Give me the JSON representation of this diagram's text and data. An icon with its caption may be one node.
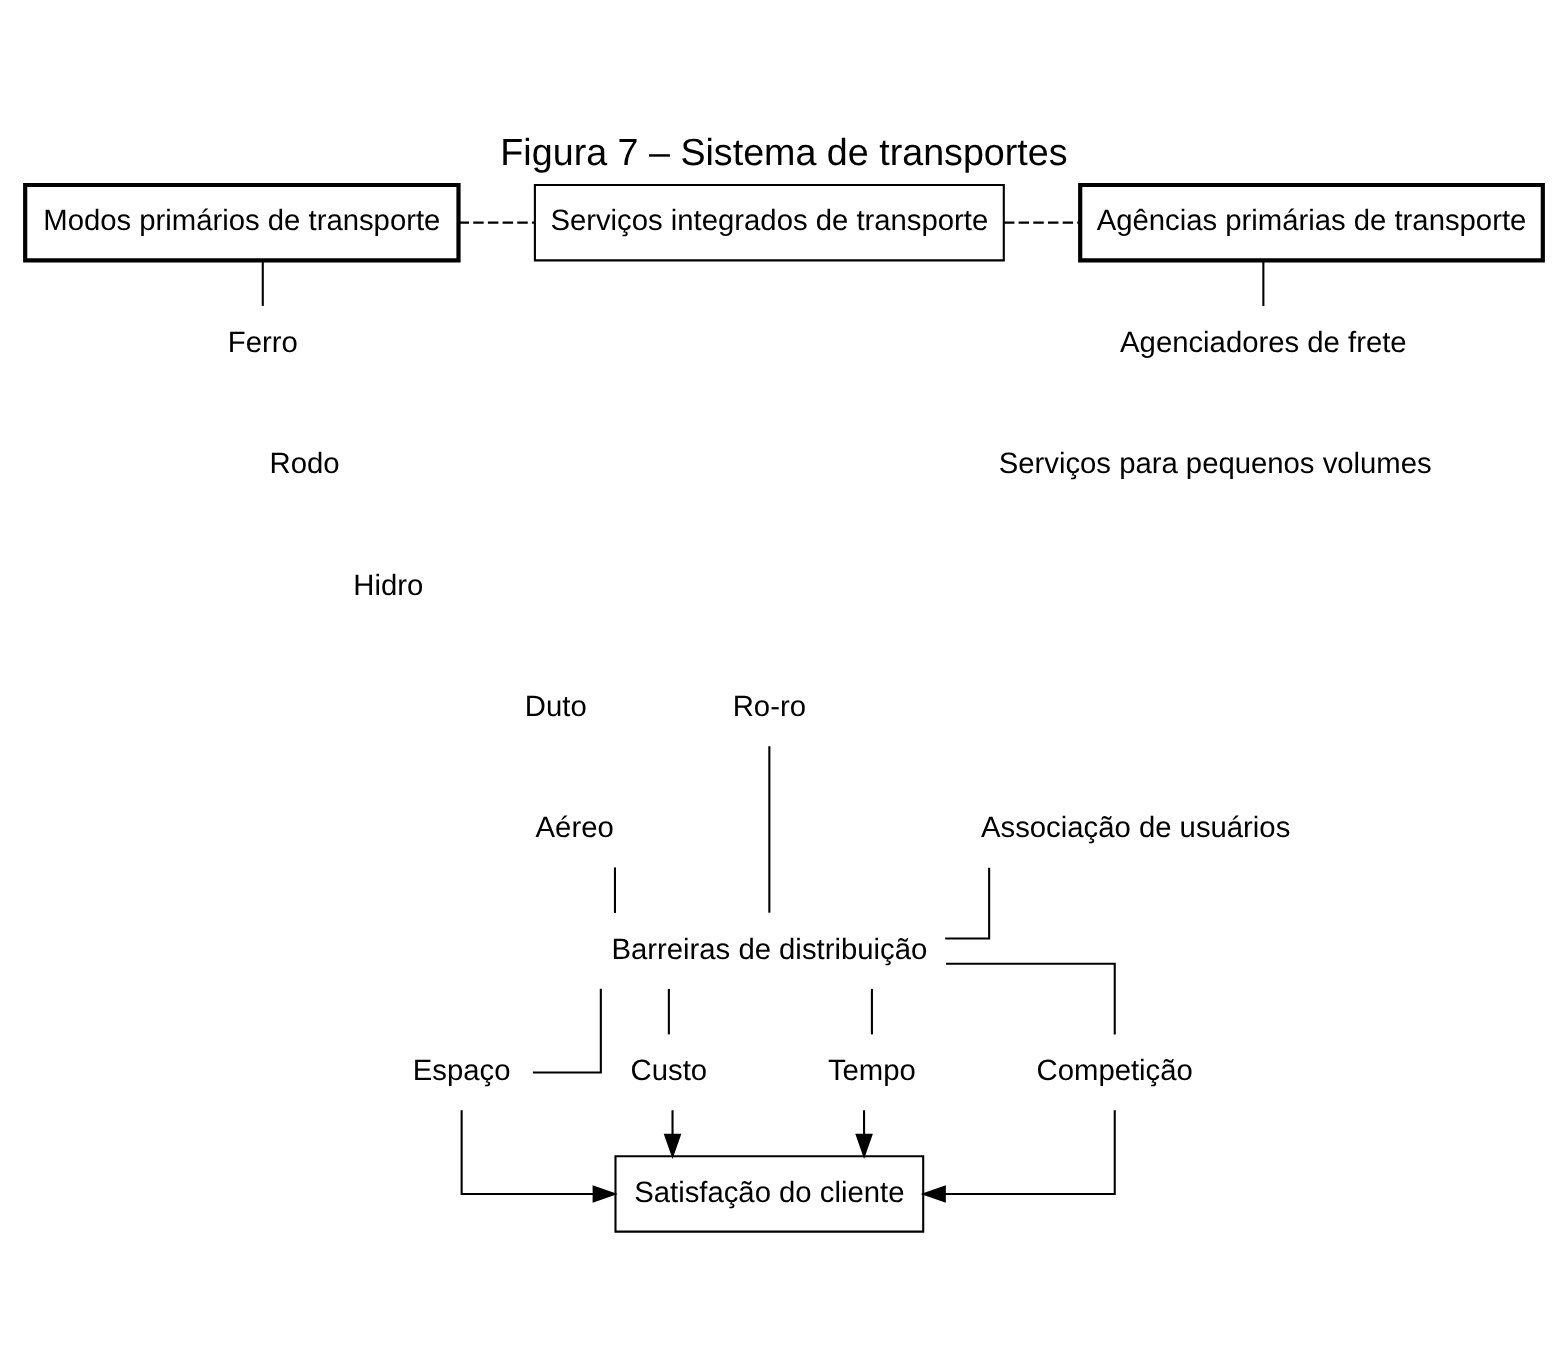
{
  "diagram": {
    "title": "Figura 7 – Sistema de transportes",
    "nodes": [
      {
        "text": [
          "Modos primários de transporte"
        ]
      },
      {
        "text": [
          "Serviços integrados de transporte"
        ]
      },
      {
        "text": [
          "Agências primárias de transporte"
        ]
      },
      {
        "text": [
          "Ferro"
        ]
      },
      {
        "text": [
          "Rodo"
        ]
      },
      {
        "text": [
          "Hidro"
        ]
      },
      {
        "text": [
          "Duto"
        ]
      },
      {
        "text": [
          "Aéreo"
        ]
      },
      {
        "text": [
          "Ro-ro"
        ]
      },
      {
        "text": [
          "Agenciadores de frete"
        ]
      },
      {
        "text": [
          "Serviços para pequenos volumes"
        ]
      },
      {
        "text": [
          "Associação de usuários"
        ]
      },
      {
        "text": [
          "Barreiras de distribuição"
        ]
      },
      {
        "text": [
          "Espaço"
        ]
      },
      {
        "text": [
          "Custo"
        ]
      },
      {
        "text": [
          "Tempo"
        ]
      },
      {
        "text": [
          "Competição"
        ]
      },
      {
        "text": [
          "Satisfação do cliente"
        ]
      }
    ],
    "edges": [
      {
        "from": 0,
        "to": 1,
        "arrow": "none",
        "style": "dashed"
      },
      {
        "from": 1,
        "to": 2,
        "arrow": "none",
        "style": "dashed"
      },
      {
        "from": 0,
        "to": 3,
        "arrow": "none"
      },
      {
        "from": 2,
        "to": 9,
        "arrow": "none"
      },
      {
        "from": 7,
        "to": 12,
        "arrow": "none"
      },
      {
        "from": 8,
        "to": 12,
        "arrow": "none"
      },
      {
        "from": 11,
        "to": 12,
        "arrow": "none"
      },
      {
        "from": 12,
        "to": 13,
        "arrow": "none"
      },
      {
        "from": 12,
        "to": 14,
        "arrow": "none"
      },
      {
        "from": 12,
        "to": 15,
        "arrow": "none"
      },
      {
        "from": 12,
        "to": 16,
        "arrow": "none"
      },
      {
        "from": 13,
        "to": 17,
        "arrow": "to"
      },
      {
        "from": 14,
        "to": 17,
        "arrow": "to"
      },
      {
        "from": 15,
        "to": 17,
        "arrow": "to"
      },
      {
        "from": 16,
        "to": 17,
        "arrow": "to"
      }
    ]
  }
}
